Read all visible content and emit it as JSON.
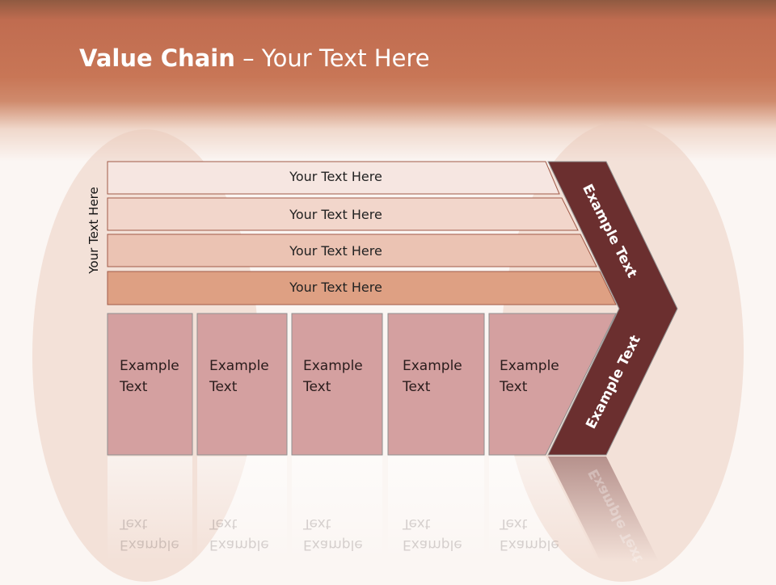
{
  "title": {
    "bold": "Value Chain",
    "rest": " – Your Text Here"
  },
  "side_label": "Your Text Here",
  "rows": [
    {
      "label": "Your Text Here",
      "color": "#f6e6e1"
    },
    {
      "label": "Your Text Here",
      "color": "#f2d6cb"
    },
    {
      "label": "Your Text Here",
      "color": "#ebc3b3"
    },
    {
      "label": "Your Text Here",
      "color": "#dea083"
    }
  ],
  "boxes": [
    {
      "line1": "Example",
      "line2": "Text"
    },
    {
      "line1": "Example",
      "line2": "Text"
    },
    {
      "line1": "Example",
      "line2": "Text"
    },
    {
      "line1": "Example",
      "line2": "Text"
    },
    {
      "line1": "Example",
      "line2": "Text"
    }
  ],
  "chevron": {
    "upper": "Example Text",
    "lower": "Example Text",
    "color": "#6b2f2f"
  },
  "colors": {
    "box": "#d4a0a0",
    "banner": "#c87656"
  }
}
